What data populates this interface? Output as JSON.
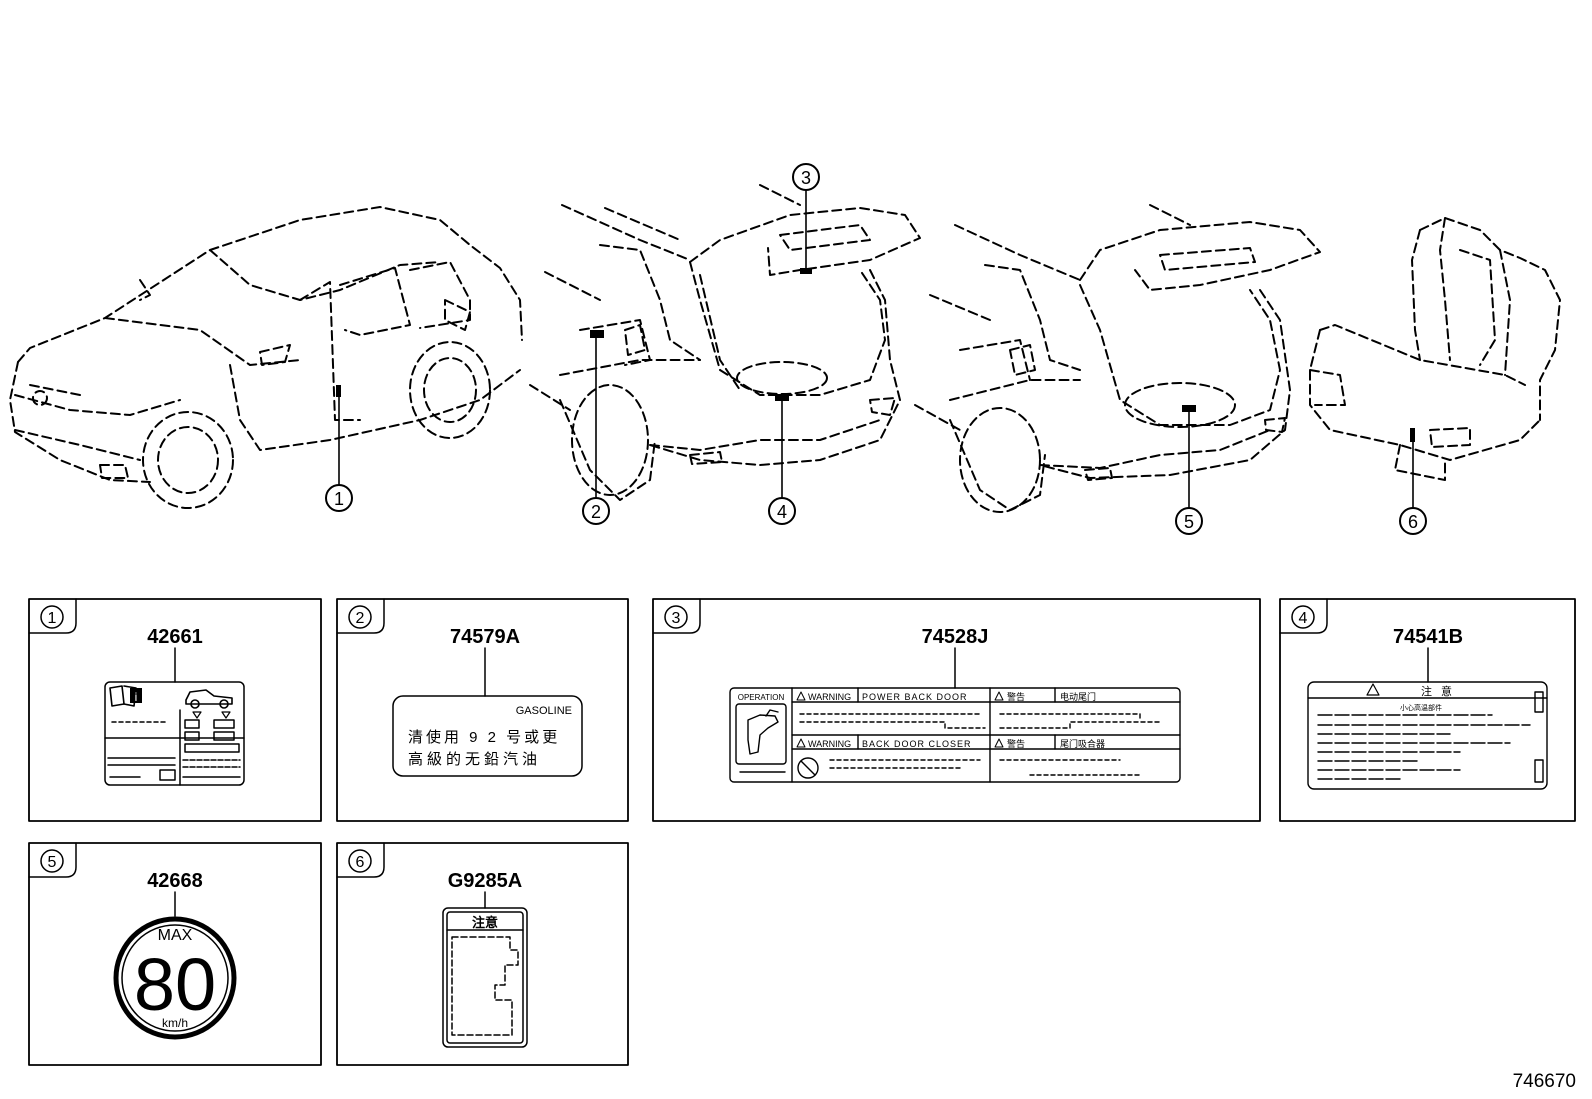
{
  "diagram_id": "746670",
  "callouts": [
    "1",
    "2",
    "3",
    "4",
    "5",
    "6"
  ],
  "panels": [
    {
      "index": "1",
      "part_number": "42661",
      "label_type": "tire-placard"
    },
    {
      "index": "2",
      "part_number": "74579A",
      "label_type": "fuel-label",
      "text_en": "GASOLINE",
      "text_line1": "清使用 9 2 号或更",
      "text_line2": "高級的无鉛汽油"
    },
    {
      "index": "3",
      "part_number": "74528J",
      "label_type": "back-door-warning",
      "caption_left": "OPERATION",
      "warning_1": "WARNING",
      "warning_1_title": "POWER BACK DOOR",
      "cn_1": "警告",
      "cn_1b": "电动尾门",
      "warning_2": "WARNING",
      "warning_2_title": "BACK DOOR CLOSER",
      "cn_2": "警告",
      "cn_2b": "尾门吸合器"
    },
    {
      "index": "4",
      "part_number": "74541B",
      "label_type": "caution-label",
      "header": "注  意",
      "sub": "小心高温部件"
    },
    {
      "index": "5",
      "part_number": "42668",
      "label_type": "speed-label",
      "max": "MAX",
      "speed": "80",
      "unit": "km/h"
    },
    {
      "index": "6",
      "part_number": "G9285A",
      "label_type": "caution-label",
      "header": "注意"
    }
  ],
  "icons": [
    "warning-triangle-icon",
    "info-book-icon",
    "car-icon",
    "no-hand-icon",
    "hand-press-icon"
  ]
}
